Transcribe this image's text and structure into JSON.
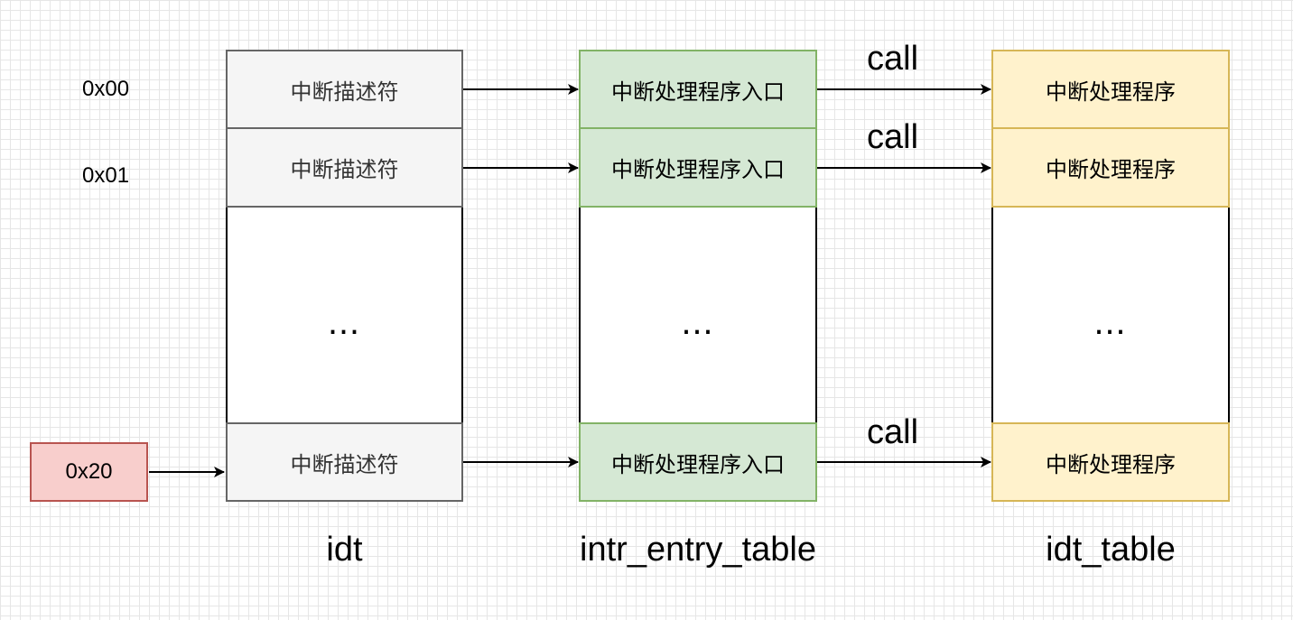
{
  "rows": {
    "addr_0": "0x00",
    "addr_1": "0x01",
    "addr_last": "0x20"
  },
  "columns": {
    "idt": {
      "name": "idt",
      "cell_label": "中断描述符",
      "ellipsis": "…"
    },
    "intr_entry_table": {
      "name": "intr_entry_table",
      "cell_label": "中断处理程序入口",
      "ellipsis": "…"
    },
    "idt_table": {
      "name": "idt_table",
      "cell_label": "中断处理程序",
      "ellipsis": "…"
    }
  },
  "call_label": "call",
  "colors": {
    "idt_fill": "#f5f5f5",
    "idt_stroke": "#666666",
    "entry_fill": "#d5e8d4",
    "entry_stroke": "#82b366",
    "handler_fill": "#fff2cc",
    "handler_stroke": "#d6b656",
    "vector_fill": "#f8cecc",
    "vector_stroke": "#b85450"
  }
}
